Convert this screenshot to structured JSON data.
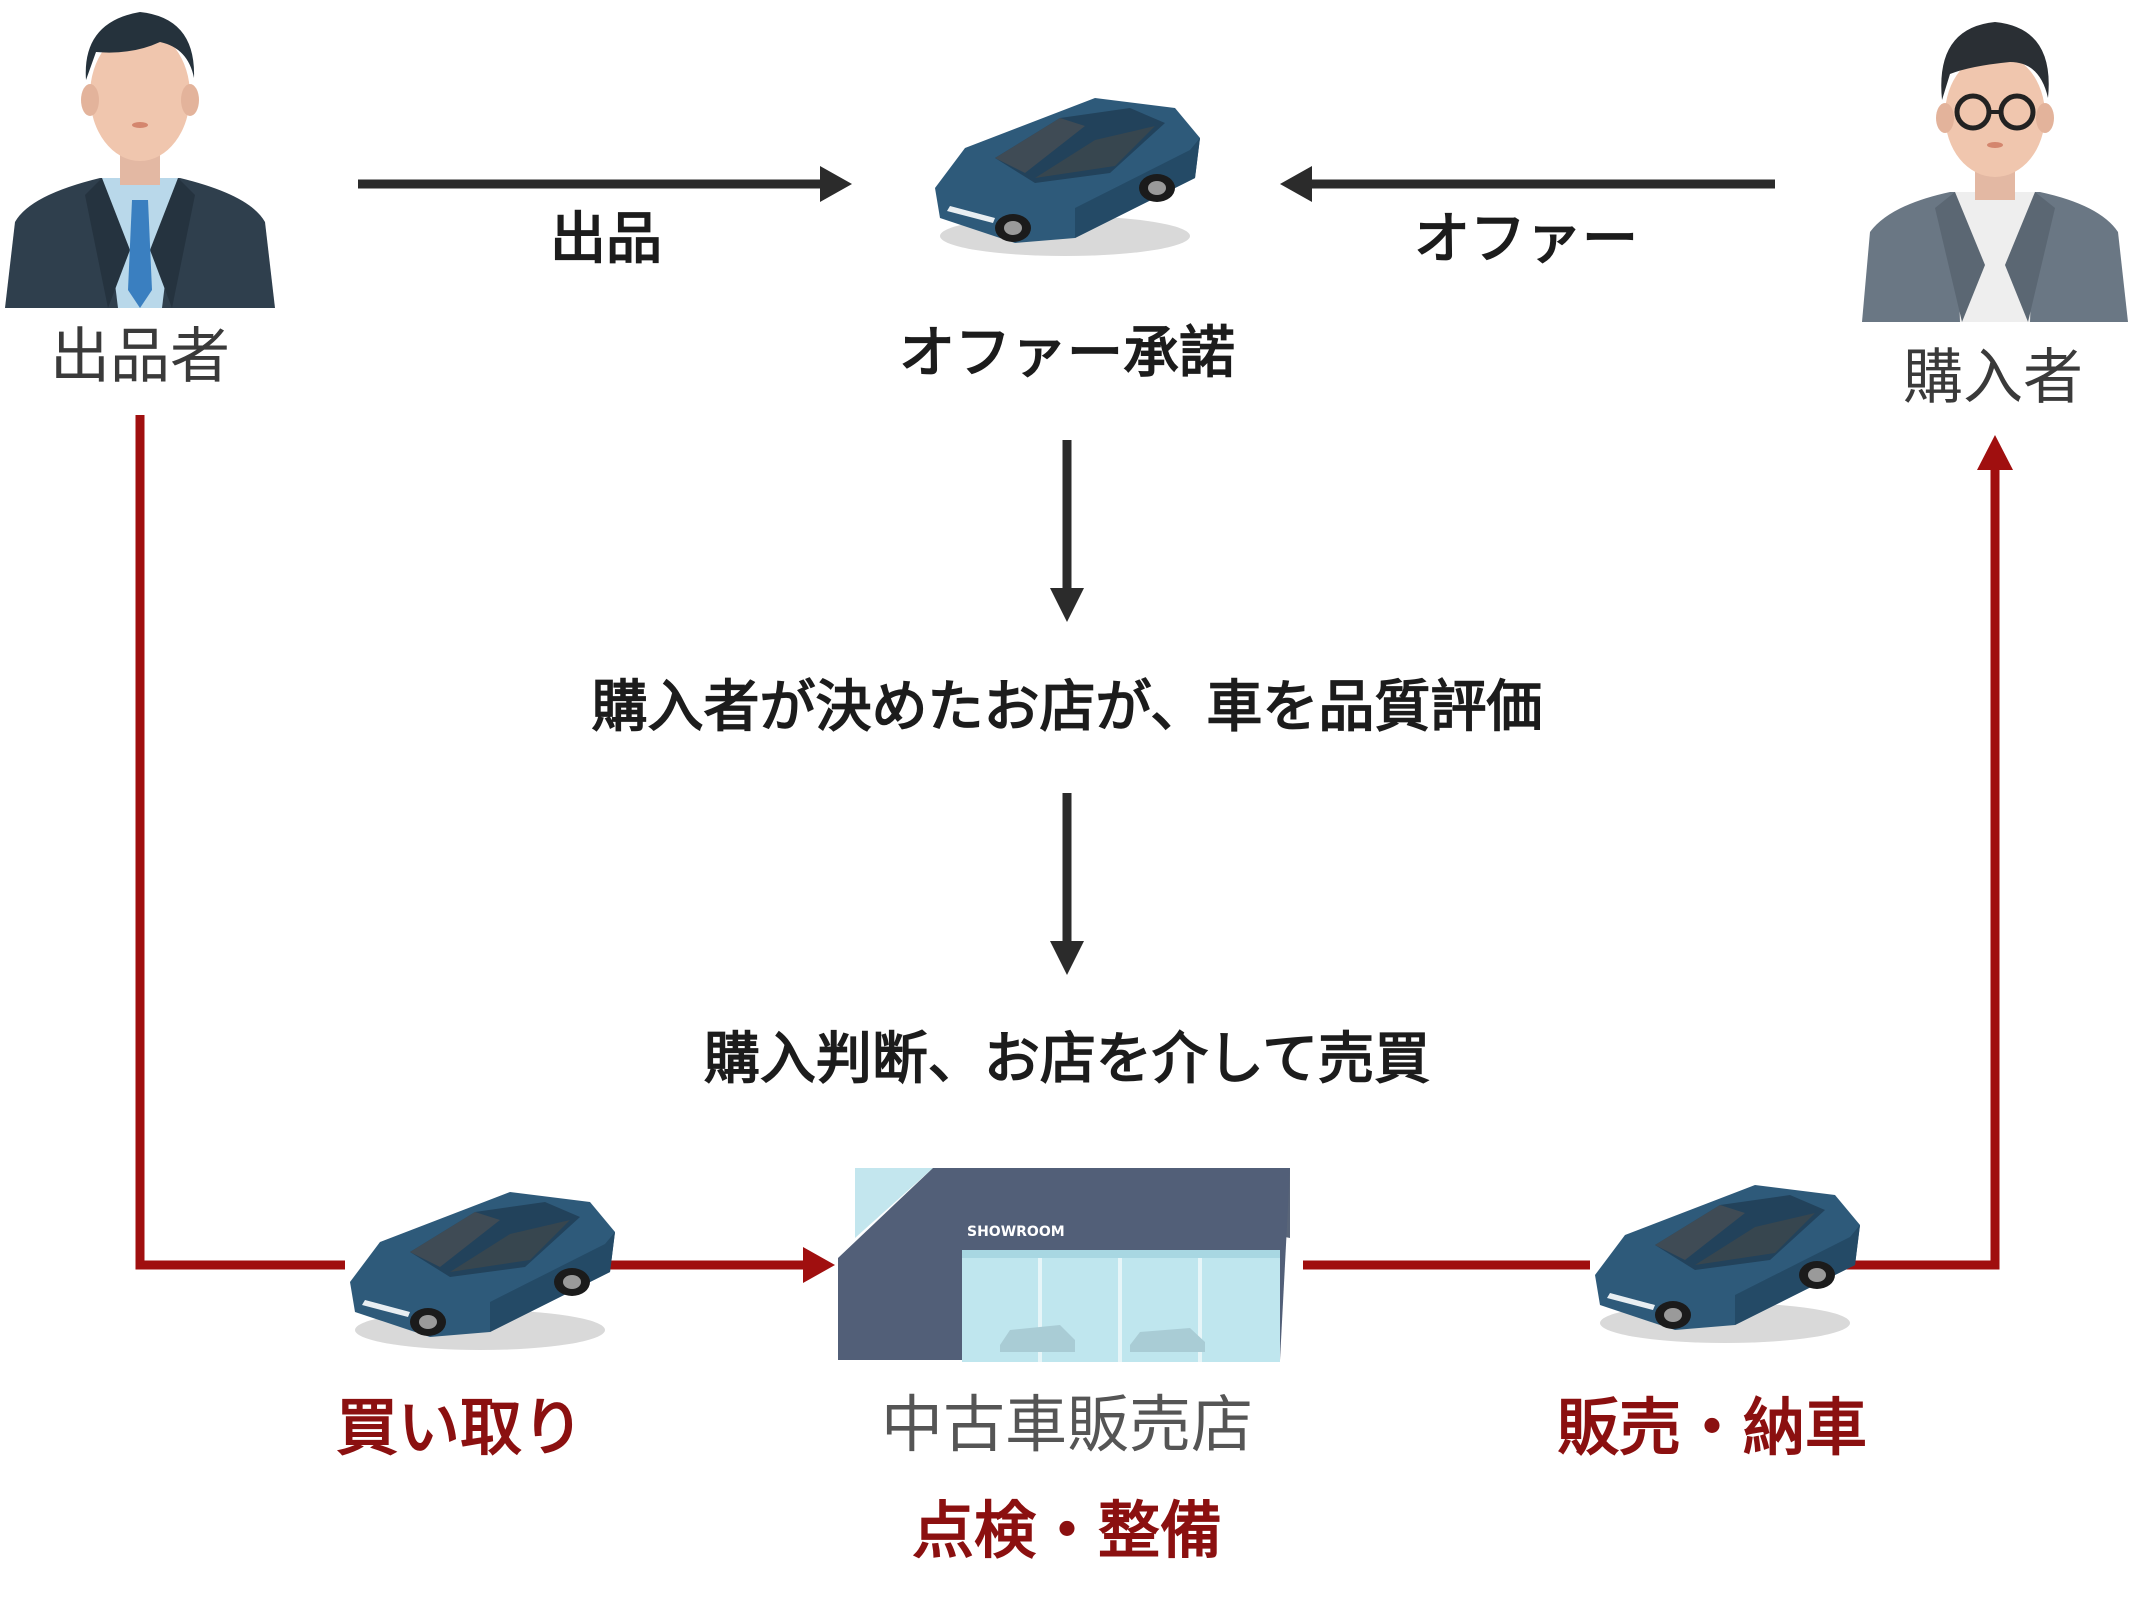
{
  "colors": {
    "flow_red": "#a00f0f",
    "flow_black": "#2b2b2b",
    "car_body": "#2e5a7a",
    "car_roof": "#1f3d55",
    "store_wall": "#525f78",
    "store_glass": "#bfe6ee",
    "label_red": "#8b1010"
  },
  "icons": [
    "seller-person-icon",
    "buyer-person-icon",
    "car-icon",
    "showroom-store-icon"
  ],
  "actors": {
    "seller": "出品者",
    "buyer": "購入者"
  },
  "flow": {
    "listing": "出品",
    "offer": "オファー",
    "offer_accept": "オファー承諾",
    "quality_eval": "購入者が決めたお店が、車を品質評価",
    "purchase_decision": "購入判断、お店を介して売買"
  },
  "store": {
    "name": "中古車販売店",
    "sign": "SHOWROOM",
    "service": "点検・整備"
  },
  "bottom": {
    "buyback": "買い取り",
    "sale_delivery": "販売・納車"
  }
}
